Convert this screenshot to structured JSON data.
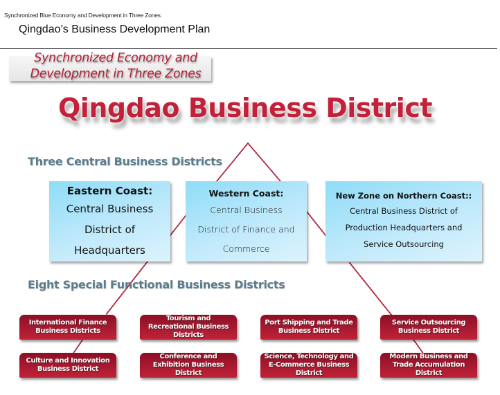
{
  "header": {
    "caption": "Synchronized Blue Economy and Development in Three Zones",
    "title": "Qingdao’s Business Development Plan"
  },
  "banner": {
    "line1": "Synchronized Economy and",
    "line2": "Development in Three Zones"
  },
  "main_title": "Qingdao Business District",
  "sections": {
    "central": "Three Central Business Districts",
    "special": "Eight Special Functional Business Districts"
  },
  "central_districts": [
    {
      "title": "Eastern Coast:",
      "lines": [
        "Central Business",
        "District of",
        "Headquarters"
      ]
    },
    {
      "title": "Western Coast:",
      "lines": [
        "Central Business",
        "District of Finance and",
        "Commerce"
      ]
    },
    {
      "title": "New Zone on Northern Coast::",
      "lines": [
        "Central Business District of",
        "Production Headquarters and",
        "Service Outsourcing"
      ]
    }
  ],
  "special_districts": [
    {
      "label": "International Finance Business Districts"
    },
    {
      "label": "Tourism and Recreational Business Districts"
    },
    {
      "label": "Port Shipping and Trade Business District"
    },
    {
      "label": "Service Outsourcing Business District"
    },
    {
      "label": "Culture and Innovation Business District"
    },
    {
      "label": "Conference and Exhibition Business District"
    },
    {
      "label": "Science, Technology and E-Commerce Business District"
    },
    {
      "label": "Modern Business and Trade Accumulation District"
    }
  ],
  "colors": {
    "title_red": "#c3213a",
    "heading_teal": "#5a7c8c",
    "box_blue": "#bfe9fb",
    "box_maroon": "#a3182f",
    "connector": "#b0223a"
  }
}
